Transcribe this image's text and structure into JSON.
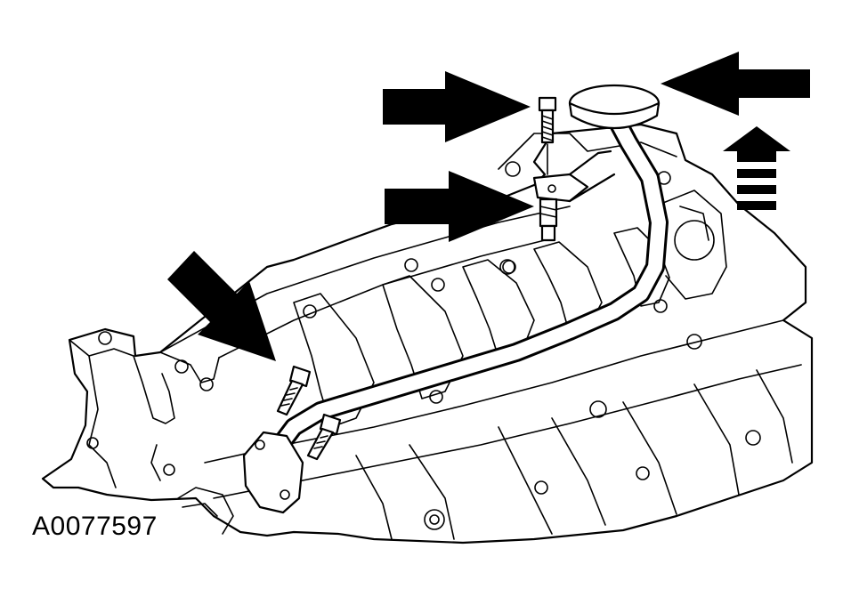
{
  "figure": {
    "id_label": "A0077597",
    "colors": {
      "ink": "#000000",
      "paper": "#ffffff"
    },
    "callouts": [
      {
        "name": "arrow-to-top-bolt",
        "type": "solid-arrow",
        "direction": "right"
      },
      {
        "name": "arrow-to-stud",
        "type": "solid-arrow",
        "direction": "right"
      },
      {
        "name": "arrow-to-pickup-screen",
        "type": "solid-arrow",
        "direction": "left"
      },
      {
        "name": "arrow-to-tube-bolts",
        "type": "solid-arrow",
        "direction": "down-right"
      },
      {
        "name": "front-of-engine-indicator",
        "type": "striped-arrow",
        "direction": "up"
      }
    ]
  }
}
